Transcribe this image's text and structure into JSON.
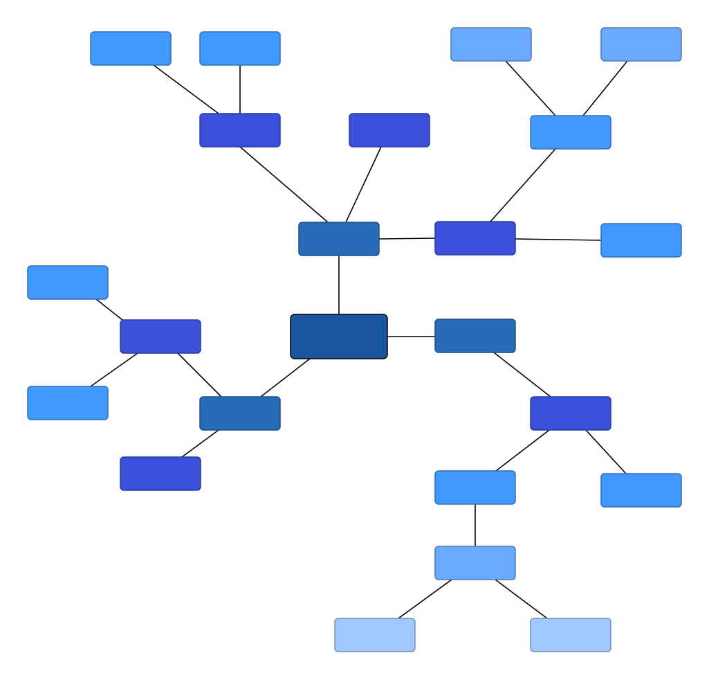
{
  "diagram": {
    "type": "mind-map",
    "colors": {
      "root": "#1a56a0",
      "level1": "#286cb8",
      "level2": "#3a50db",
      "level3": "#4199ff",
      "level4": "#6aabff",
      "level5": "#a0c8ff",
      "edge": "#000000"
    },
    "nodes": [
      {
        "id": "root",
        "level": "root"
      },
      {
        "id": "n-top",
        "level": "level1"
      },
      {
        "id": "n-right",
        "level": "level1"
      },
      {
        "id": "n-bottom-left",
        "level": "level1"
      },
      {
        "id": "n-top-left",
        "level": "level2"
      },
      {
        "id": "n-top-mid",
        "level": "level2"
      },
      {
        "id": "n-top-right",
        "level": "level2"
      },
      {
        "id": "n-left",
        "level": "level2"
      },
      {
        "id": "n-left-bottom",
        "level": "level2"
      },
      {
        "id": "n-right-bottom",
        "level": "level2"
      },
      {
        "id": "n-tl-a",
        "level": "level3"
      },
      {
        "id": "n-tl-b",
        "level": "level3"
      },
      {
        "id": "n-tr-mid",
        "level": "level3"
      },
      {
        "id": "n-tr-side",
        "level": "level3"
      },
      {
        "id": "n-l-top",
        "level": "level3"
      },
      {
        "id": "n-l-bottom",
        "level": "level3"
      },
      {
        "id": "n-rb-left",
        "level": "level3"
      },
      {
        "id": "n-rb-right",
        "level": "level3"
      },
      {
        "id": "n-tr-a",
        "level": "level4"
      },
      {
        "id": "n-tr-b",
        "level": "level4"
      },
      {
        "id": "n-rb-child",
        "level": "level4"
      },
      {
        "id": "n-leaf-a",
        "level": "level5"
      },
      {
        "id": "n-leaf-b",
        "level": "level5"
      }
    ],
    "edges": [
      [
        "root",
        "n-top"
      ],
      [
        "root",
        "n-right"
      ],
      [
        "root",
        "n-bottom-left"
      ],
      [
        "n-top",
        "n-top-left"
      ],
      [
        "n-top",
        "n-top-mid"
      ],
      [
        "n-top",
        "n-top-right"
      ],
      [
        "n-top-left",
        "n-tl-a"
      ],
      [
        "n-top-left",
        "n-tl-b"
      ],
      [
        "n-top-right",
        "n-tr-mid"
      ],
      [
        "n-top-right",
        "n-tr-side"
      ],
      [
        "n-tr-mid",
        "n-tr-a"
      ],
      [
        "n-tr-mid",
        "n-tr-b"
      ],
      [
        "n-bottom-left",
        "n-left"
      ],
      [
        "n-bottom-left",
        "n-left-bottom"
      ],
      [
        "n-left",
        "n-l-top"
      ],
      [
        "n-left",
        "n-l-bottom"
      ],
      [
        "n-right",
        "n-right-bottom"
      ],
      [
        "n-right-bottom",
        "n-rb-left"
      ],
      [
        "n-right-bottom",
        "n-rb-right"
      ],
      [
        "n-rb-left",
        "n-rb-child"
      ],
      [
        "n-rb-child",
        "n-leaf-a"
      ],
      [
        "n-rb-child",
        "n-leaf-b"
      ]
    ]
  }
}
